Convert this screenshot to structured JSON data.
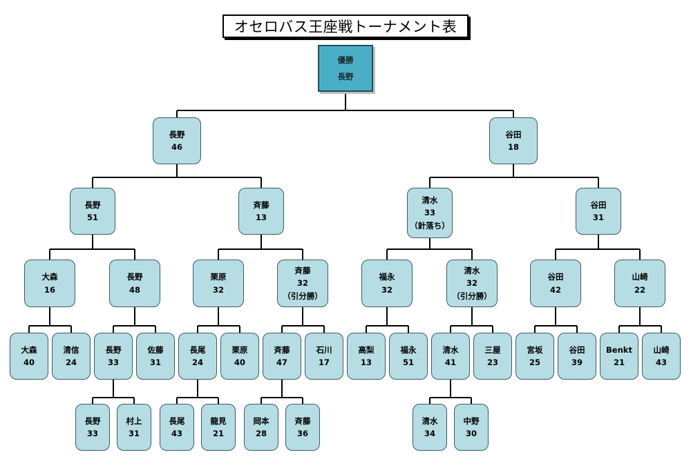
{
  "title": "オセロバス王座戦トーナメント表",
  "colors": {
    "node_fill": "#b6dde3",
    "champion_fill": "#4aafc6"
  },
  "champion": {
    "label": "優勝",
    "name": "長野"
  },
  "nodes": [
    {
      "id": "final-left",
      "name": "長野",
      "score": "46"
    },
    {
      "id": "final-right",
      "name": "谷田",
      "score": "18"
    },
    {
      "id": "semi-1",
      "name": "長野",
      "score": "51"
    },
    {
      "id": "semi-2",
      "name": "斉藤",
      "score": "13"
    },
    {
      "id": "semi-3",
      "name": "清水",
      "score": "33",
      "note": "（針落ち）"
    },
    {
      "id": "semi-4",
      "name": "谷田",
      "score": "31"
    },
    {
      "id": "qf-1",
      "name": "大森",
      "score": "16"
    },
    {
      "id": "qf-2",
      "name": "長野",
      "score": "48"
    },
    {
      "id": "qf-3",
      "name": "栗原",
      "score": "32"
    },
    {
      "id": "qf-4",
      "name": "斉藤",
      "score": "32",
      "note": "（引分勝）"
    },
    {
      "id": "qf-5",
      "name": "福永",
      "score": "32"
    },
    {
      "id": "qf-6",
      "name": "清水",
      "score": "32",
      "note": "（引分勝）"
    },
    {
      "id": "qf-7",
      "name": "谷田",
      "score": "42"
    },
    {
      "id": "qf-8",
      "name": "山崎",
      "score": "22"
    },
    {
      "id": "r1-1",
      "name": "大森",
      "score": "40"
    },
    {
      "id": "r1-2",
      "name": "清信",
      "score": "24"
    },
    {
      "id": "r1-3",
      "name": "長野",
      "score": "33"
    },
    {
      "id": "r1-4",
      "name": "佐藤",
      "score": "31"
    },
    {
      "id": "r1-5",
      "name": "長尾",
      "score": "24"
    },
    {
      "id": "r1-6",
      "name": "栗原",
      "score": "40"
    },
    {
      "id": "r1-7",
      "name": "斉藤",
      "score": "47"
    },
    {
      "id": "r1-8",
      "name": "石川",
      "score": "17"
    },
    {
      "id": "r1-9",
      "name": "高梨",
      "score": "13"
    },
    {
      "id": "r1-10",
      "name": "福永",
      "score": "51"
    },
    {
      "id": "r1-11",
      "name": "清水",
      "score": "41"
    },
    {
      "id": "r1-12",
      "name": "三屋",
      "score": "23"
    },
    {
      "id": "r1-13",
      "name": "宮坂",
      "score": "25"
    },
    {
      "id": "r1-14",
      "name": "谷田",
      "score": "39"
    },
    {
      "id": "r1-15",
      "name": "Benkt",
      "score": "21"
    },
    {
      "id": "r1-16",
      "name": "山崎",
      "score": "43"
    },
    {
      "id": "r0-1",
      "name": "長野",
      "score": "33"
    },
    {
      "id": "r0-2",
      "name": "村上",
      "score": "31"
    },
    {
      "id": "r0-3",
      "name": "長尾",
      "score": "43"
    },
    {
      "id": "r0-4",
      "name": "龍見",
      "score": "21"
    },
    {
      "id": "r0-5",
      "name": "岡本",
      "score": "28"
    },
    {
      "id": "r0-6",
      "name": "斉藤",
      "score": "36"
    },
    {
      "id": "r0-7",
      "name": "清水",
      "score": "34"
    },
    {
      "id": "r0-8",
      "name": "中野",
      "score": "30"
    }
  ]
}
